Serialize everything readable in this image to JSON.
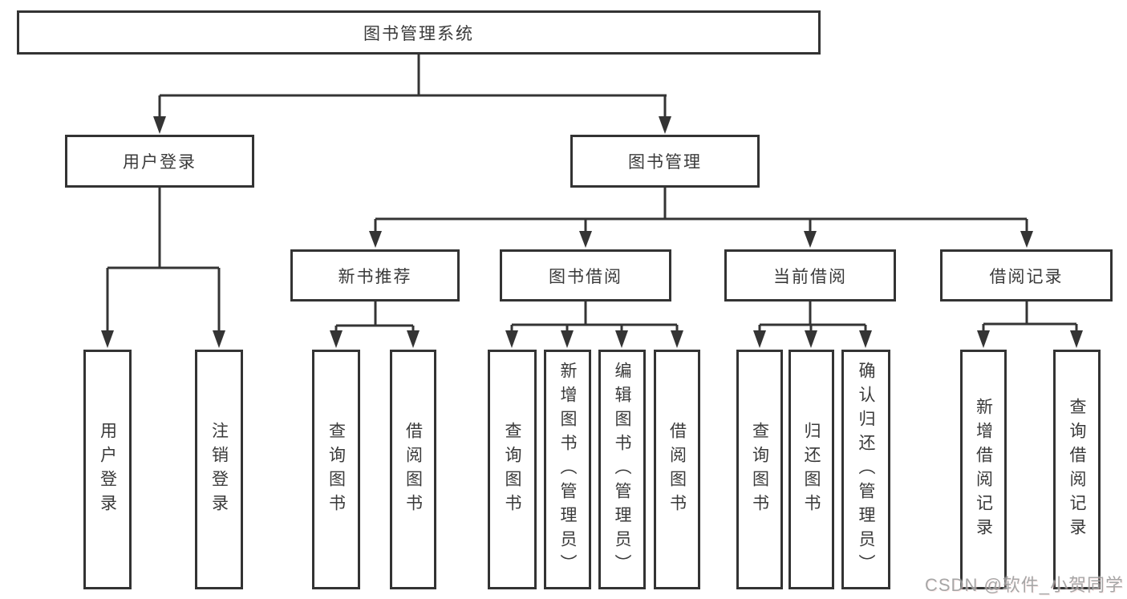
{
  "diagram_title": "图书管理系统",
  "tree": {
    "root": {
      "label": "图书管理系统"
    },
    "branches": [
      {
        "label": "用户登录",
        "children": [
          {
            "label": "用户登录"
          },
          {
            "label": "注销登录"
          }
        ]
      },
      {
        "label": "图书管理",
        "groups": [
          {
            "label": "新书推荐",
            "children": [
              {
                "label": "查询图书"
              },
              {
                "label": "借阅图书"
              }
            ]
          },
          {
            "label": "图书借阅",
            "children": [
              {
                "label": "查询图书"
              },
              {
                "label": "新增图书（管理员）"
              },
              {
                "label": "编辑图书（管理员）"
              },
              {
                "label": "借阅图书"
              }
            ]
          },
          {
            "label": "当前借阅",
            "children": [
              {
                "label": "查询图书"
              },
              {
                "label": "归还图书"
              },
              {
                "label": "确认归还（管理员）"
              }
            ]
          },
          {
            "label": "借阅记录",
            "children": [
              {
                "label": "新增借阅记录"
              },
              {
                "label": "查询借阅记录"
              }
            ]
          }
        ]
      }
    ]
  },
  "watermark": {
    "text": "CSDN @软件_小贺同学"
  },
  "colors": {
    "line": "#343434",
    "box_border": "#333333",
    "text": "#3a3a3a",
    "background": "#ffffff",
    "watermark_text": "#9d9d9d"
  }
}
